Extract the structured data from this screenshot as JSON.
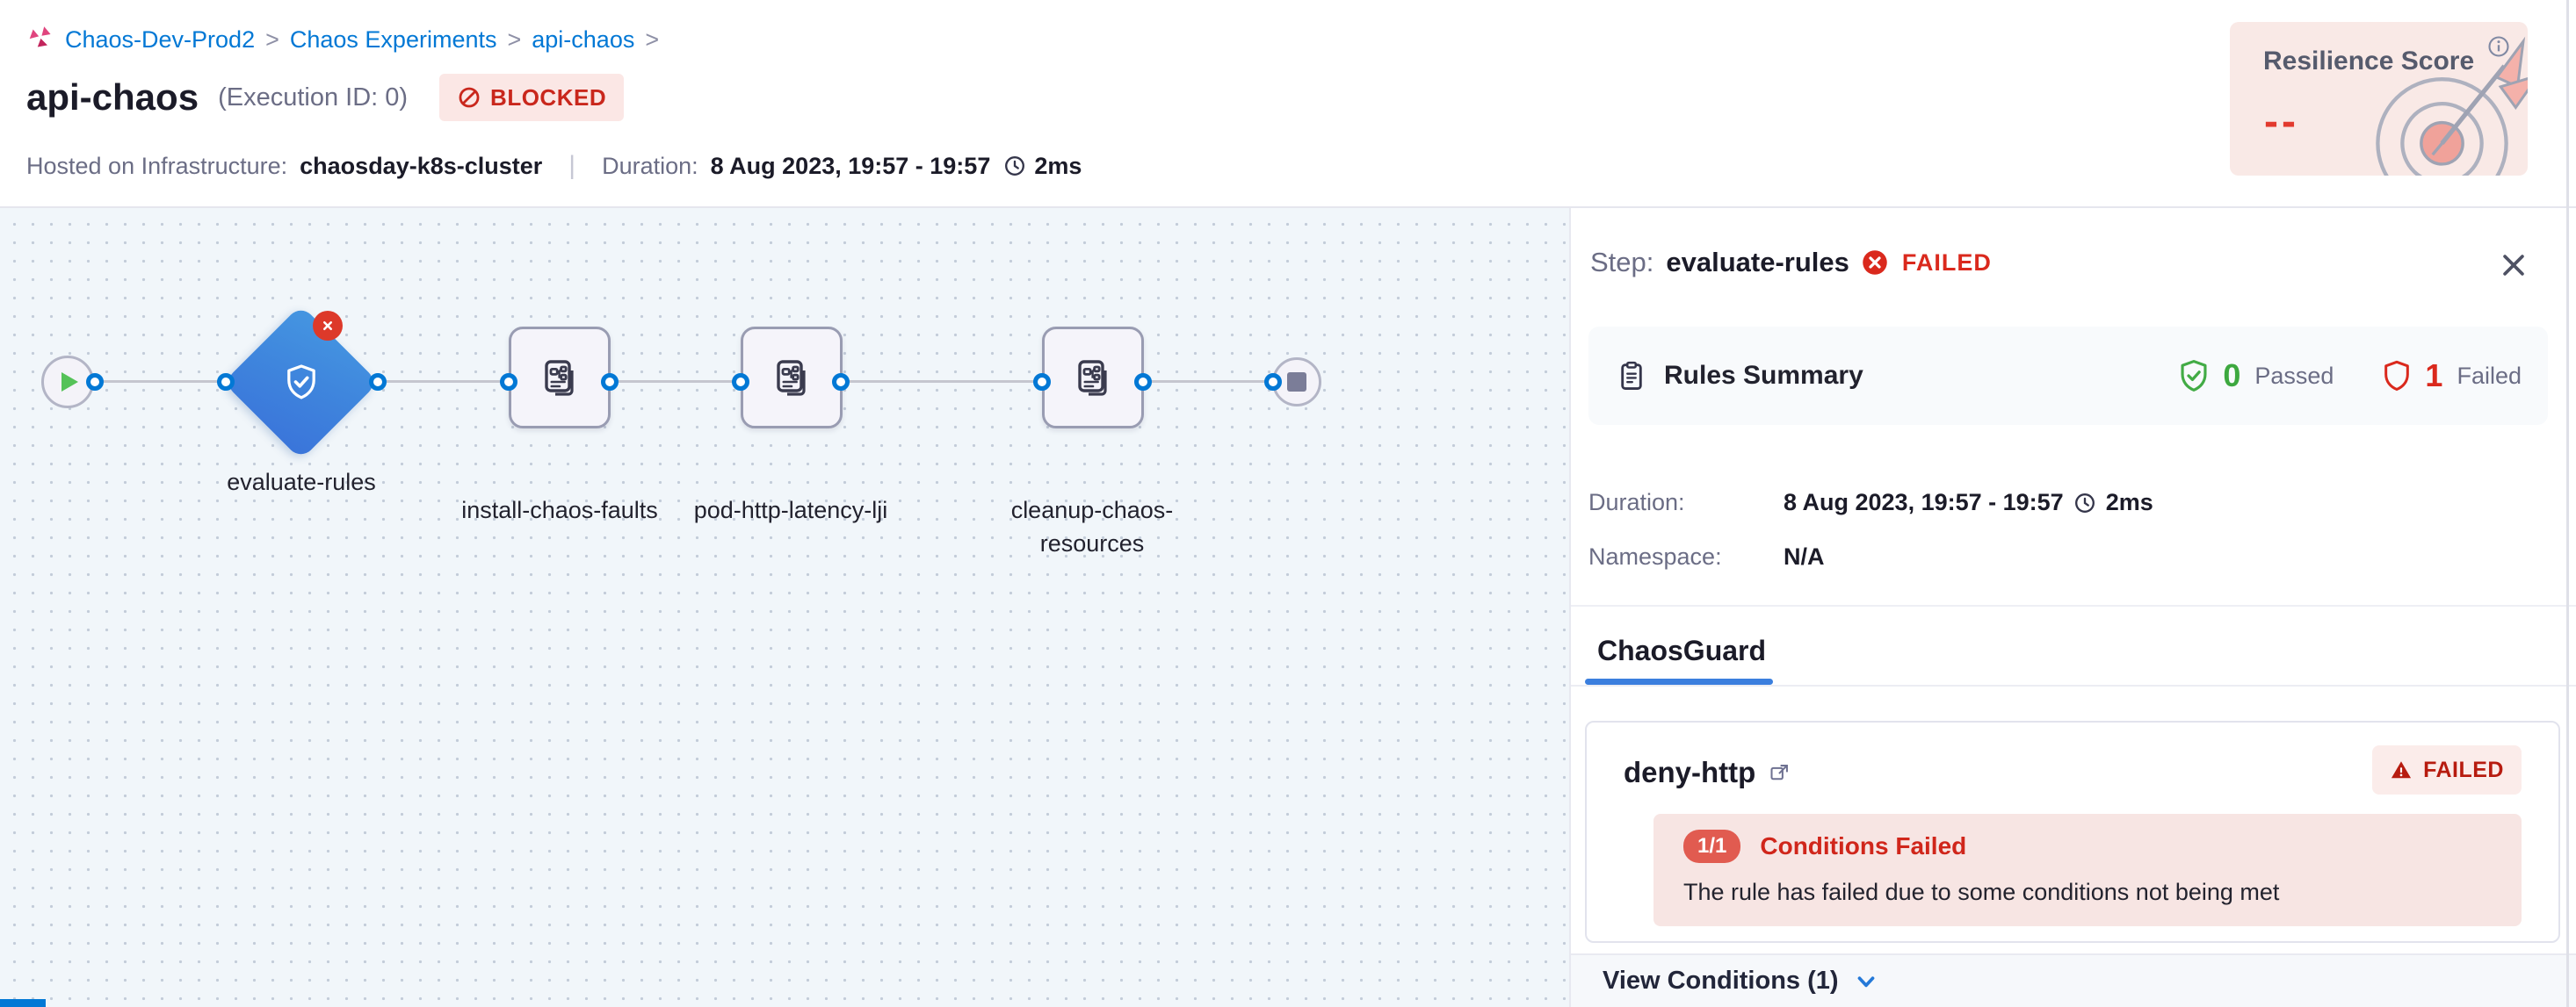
{
  "colors": {
    "primary_blue": "#0278d5",
    "status_red": "#da291d",
    "status_green": "#3da83f",
    "pink_badge_bg": "#fbe7e5",
    "canvas_bg": "#f1f6fa",
    "diamond_blue": "#3f86dd"
  },
  "breadcrumb": {
    "separator": ">",
    "items": [
      "Chaos-Dev-Prod2",
      "Chaos Experiments",
      "api-chaos"
    ]
  },
  "header": {
    "title": "api-chaos",
    "execution_id": "(Execution ID: 0)",
    "status_badge": "BLOCKED",
    "infra_label": "Hosted on Infrastructure:",
    "infra_value": "chaosday-k8s-cluster",
    "duration_label": "Duration:",
    "duration_value": "8 Aug 2023, 19:57 - 19:57",
    "duration_ms": "2ms"
  },
  "resilience": {
    "title": "Resilience Score",
    "value": "--"
  },
  "pipeline": {
    "nodes": [
      {
        "label": "evaluate-rules",
        "status": "failed"
      },
      {
        "label": "install-chaos-faults",
        "status": "not-started"
      },
      {
        "label": "pod-http-latency-lji",
        "status": "not-started"
      },
      {
        "label": "cleanup-chaos-resources",
        "status": "not-started"
      }
    ]
  },
  "panel": {
    "step_label": "Step:",
    "step_name": "evaluate-rules",
    "status": "FAILED",
    "rules": {
      "title": "Rules Summary",
      "passed_count": "0",
      "passed_label": "Passed",
      "failed_count": "1",
      "failed_label": "Failed"
    },
    "duration_label": "Duration:",
    "duration_value": "8 Aug 2023, 19:57 - 19:57",
    "duration_ms": "2ms",
    "namespace_label": "Namespace:",
    "namespace_value": "N/A",
    "tab_label": "ChaosGuard",
    "rule_card": {
      "name": "deny-http",
      "badge": "FAILED",
      "pill": "1/1",
      "pill_label": "Conditions Failed",
      "message": "The rule has failed due to some conditions not being met"
    },
    "footer_label": "View Conditions (1)"
  }
}
